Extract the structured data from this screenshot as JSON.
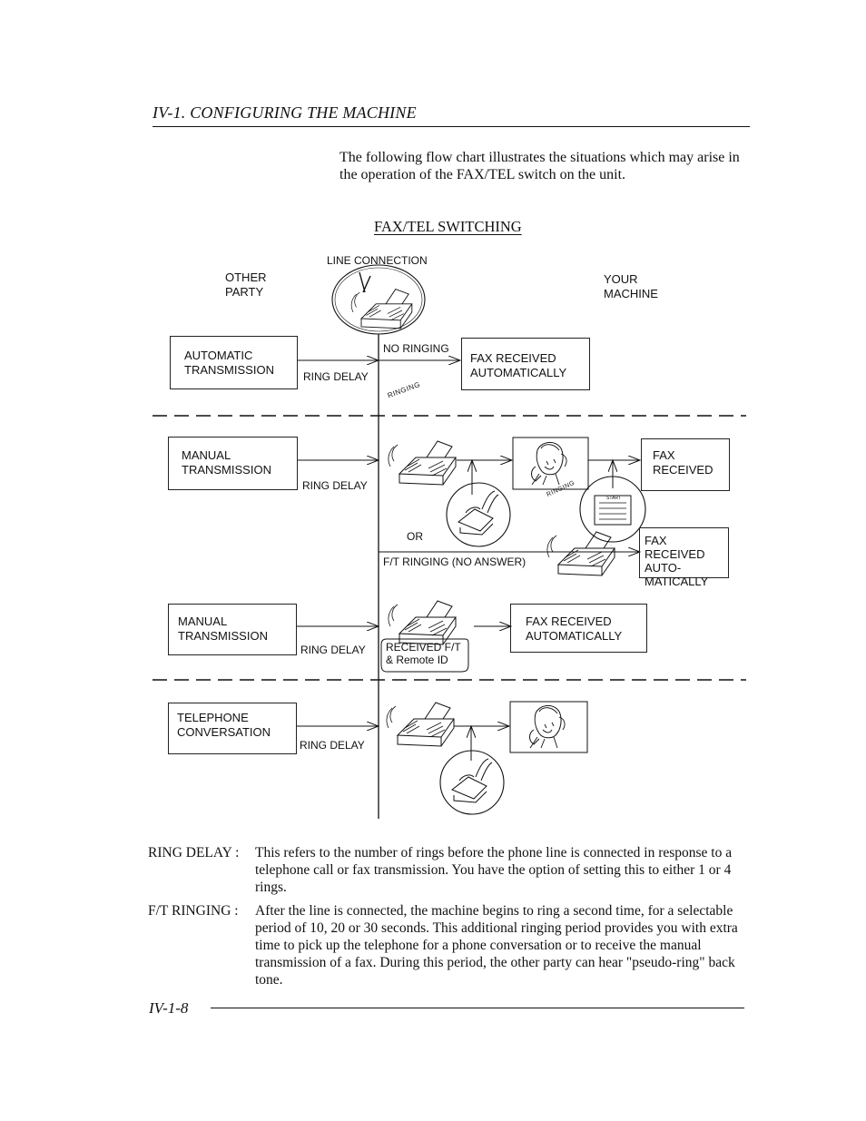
{
  "header": {
    "title": "IV-1. CONFIGURING THE MACHINE"
  },
  "intro": "The following flow chart illustrates the situations which may arise in the operation of the FAX/TEL switch on the unit.",
  "diagram": {
    "title": "FAX/TEL SWITCHING",
    "line_connection": "LINE CONNECTION",
    "other_party": "OTHER\nPARTY",
    "your_machine": "YOUR\nMACHINE",
    "auto_transmission": "AUTOMATIC\nTRANSMISSION",
    "manual_transmission": "MANUAL\nTRANSMISSION",
    "telephone_conversation": "TELEPHONE\nCONVERSATION",
    "ring_delay": "RING DELAY",
    "no_ringing": "NO RINGING",
    "fax_received_automatically": "FAX RECEIVED\nAUTOMATICALLY",
    "fax_received": "FAX\nRECEIVED",
    "or": "OR",
    "ft_ringing_no_answer": "F/T RINGING (NO ANSWER)",
    "fax_received_auto_matically": "FAX RECEIVED\nAUTO-\nMATICALLY",
    "received_ft_remote_id": "RECEIVED F/T\n& Remote ID",
    "ringing": "RINGING",
    "start": "START"
  },
  "definitions": [
    {
      "term": "RING DELAY :",
      "text": "This refers to the number of rings before the phone line is connected in response to a telephone call or fax transmission. You have the option of setting this to either 1 or 4 rings."
    },
    {
      "term": "F/T RINGING :",
      "text": "After the line is connected, the machine begins to ring a second time, for a selectable period of 10, 20 or 30 seconds. This additional ringing period provides you with extra time to pick up the telephone for a phone conversation or to receive the manual transmission of a fax. During this period, the other party can hear \"pseudo-ring\" back tone."
    }
  ],
  "footer": {
    "page_number": "IV-1-8"
  }
}
